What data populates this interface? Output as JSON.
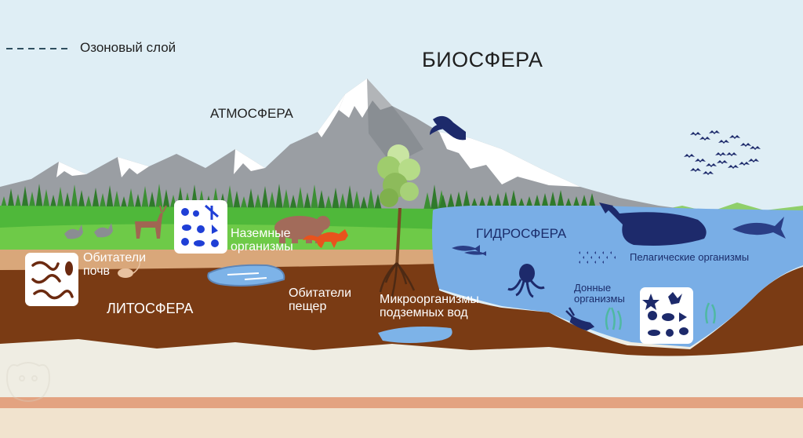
{
  "legend": {
    "ozone_label": "Озоновый слой"
  },
  "labels": {
    "biosphere": "БИОСФЕРА",
    "atmosphere": "АТМОСФЕРА",
    "hydrosphere": "ГИДРОСФЕРА",
    "lithosphere": "ЛИТОСФЕРА",
    "land_organisms": [
      "Наземные",
      "организмы"
    ],
    "soil_dwellers": [
      "Обитатели",
      "почв"
    ],
    "cave_dwellers": [
      "Обитатели",
      "пещер"
    ],
    "groundwater_microbes": [
      "Микроорганизмы",
      "подземных вод"
    ],
    "pelagic": "Пелагические организмы",
    "benthic": [
      "Донные",
      "организмы"
    ]
  },
  "colors": {
    "sky": "#dfeef5",
    "grass": "#4fb83a",
    "soil": "#7a3b14",
    "sand": "#d9a77a",
    "water": "#79aee6",
    "navy": "#1b2d6b",
    "bedrock": "#efede3"
  }
}
